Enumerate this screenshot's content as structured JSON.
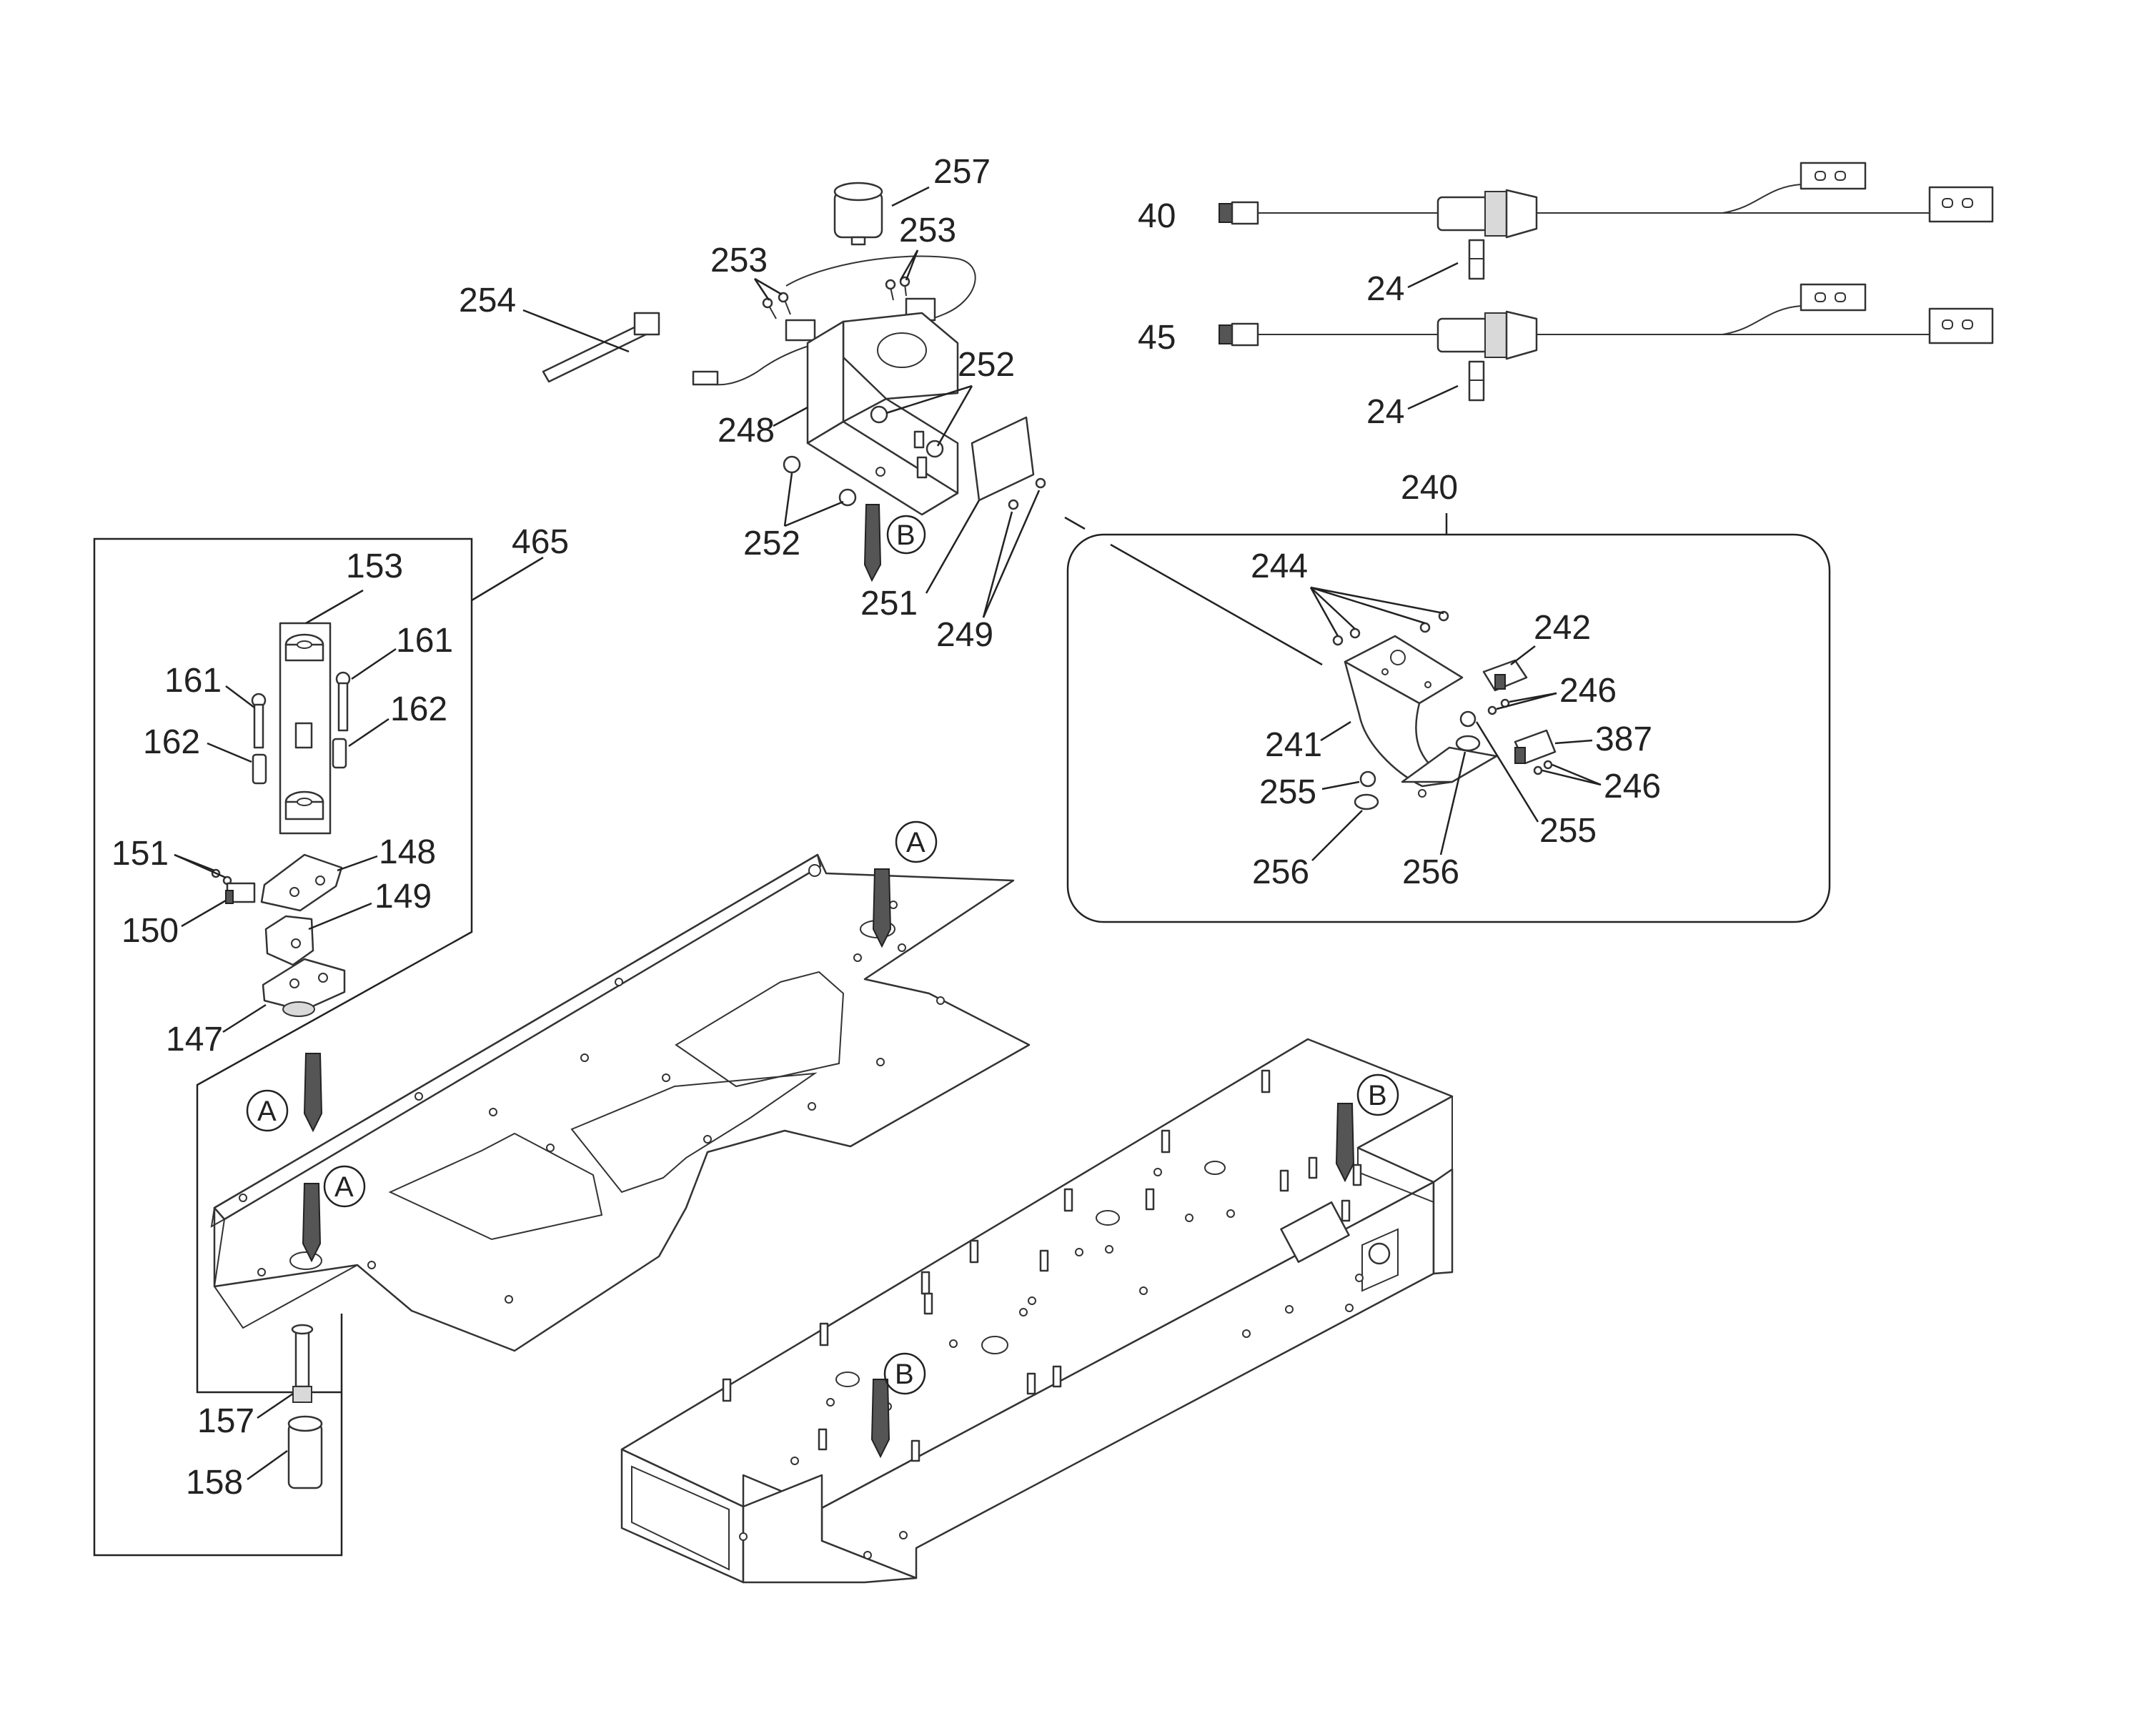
{
  "callouts": {
    "c257": "257",
    "c253a": "253",
    "c253b": "253",
    "c254": "254",
    "c248": "248",
    "c252a": "252",
    "c252b": "252",
    "c251": "251",
    "c249": "249",
    "c40": "40",
    "c24a": "24",
    "c45": "45",
    "c24b": "24",
    "c240": "240",
    "c244": "244",
    "c242": "242",
    "c246a": "246",
    "c387": "387",
    "c246b": "246",
    "c241": "241",
    "c255a": "255",
    "c255b": "255",
    "c256a": "256",
    "c256b": "256",
    "c465": "465",
    "c153": "153",
    "c161a": "161",
    "c161b": "161",
    "c162a": "162",
    "c162b": "162",
    "c151": "151",
    "c148": "148",
    "c150": "150",
    "c149": "149",
    "c147": "147",
    "c157": "157",
    "c158": "158"
  },
  "markers": {
    "a": "A",
    "b": "B"
  }
}
